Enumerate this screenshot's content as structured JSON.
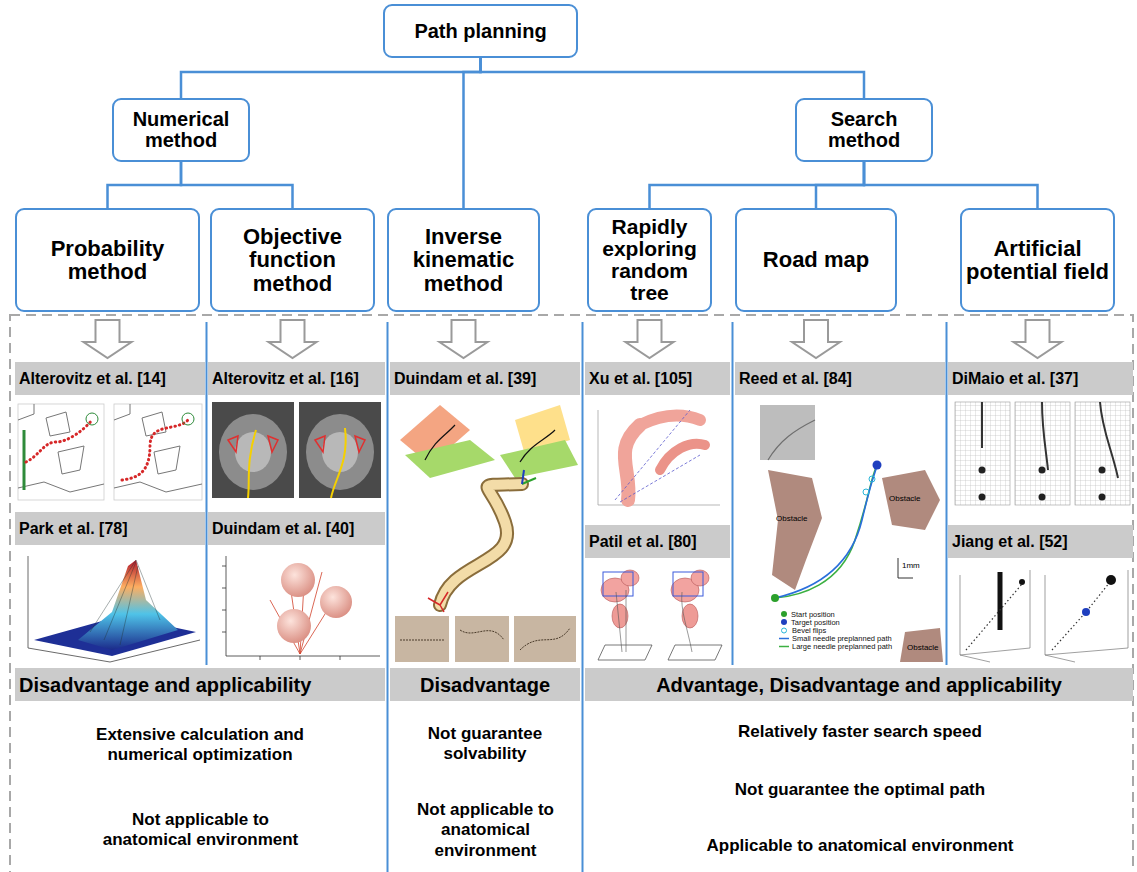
{
  "diagram": {
    "nodes": [
      {
        "text": [
          "Path planning"
        ]
      },
      {
        "text": [
          "Numerical method"
        ]
      },
      {
        "text": [
          "Search method"
        ]
      },
      {
        "text": [
          "Probability method"
        ]
      },
      {
        "text": [
          "Objective function method"
        ]
      },
      {
        "text": [
          "Inverse kinematic method"
        ]
      },
      {
        "text": [
          "Rapidly exploring random tree"
        ]
      },
      {
        "text": [
          "Road map"
        ]
      },
      {
        "text": [
          "Artificial potential field"
        ]
      },
      {
        "text": [
          "Alterovitz et al. [14]"
        ]
      },
      {
        "text": [
          "Alterovitz et al. [16]"
        ]
      },
      {
        "text": [
          "Duindam et al. [39]"
        ]
      },
      {
        "text": [
          "Xu et al. [105]"
        ]
      },
      {
        "text": [
          "Reed et al. [84]"
        ]
      },
      {
        "text": [
          "DiMaio et al. [37]"
        ]
      },
      {
        "text": [
          "Park et al. [78]"
        ]
      },
      {
        "text": [
          "Duindam et al. [40]"
        ]
      },
      {
        "text": [
          "Patil et al. [80]"
        ]
      },
      {
        "text": [
          "Jiang et al. [52]"
        ]
      },
      {
        "text": [
          "Disadvantage and applicability"
        ]
      },
      {
        "text": [
          "Disadvantage"
        ]
      },
      {
        "text": [
          "Advantage, Disadvantage and applicability"
        ]
      }
    ],
    "edges": [
      {
        "from": 0,
        "to": 1,
        "arrow": "none"
      },
      {
        "from": 0,
        "to": 5,
        "arrow": "none"
      },
      {
        "from": 0,
        "to": 2,
        "arrow": "none"
      },
      {
        "from": 1,
        "to": 3,
        "arrow": "none"
      },
      {
        "from": 1,
        "to": 4,
        "arrow": "none"
      },
      {
        "from": 2,
        "to": 6,
        "arrow": "none"
      },
      {
        "from": 2,
        "to": 7,
        "arrow": "none"
      },
      {
        "from": 2,
        "to": 8,
        "arrow": "none"
      },
      {
        "from": 3,
        "to": 9,
        "arrow": "to"
      },
      {
        "from": 4,
        "to": 10,
        "arrow": "to"
      },
      {
        "from": 5,
        "to": 11,
        "arrow": "to"
      },
      {
        "from": 6,
        "to": 12,
        "arrow": "to"
      },
      {
        "from": 7,
        "to": 13,
        "arrow": "to"
      },
      {
        "from": 8,
        "to": 14,
        "arrow": "to"
      }
    ],
    "labels": [
      "Obstacle",
      "Obstacle",
      "Obstacle",
      "1mm",
      "Extensive calculation and numerical optimization",
      "Not applicable to anatomical environment",
      "Not guarantee solvability",
      "Not applicable to anatomical environment",
      "Relatively faster search speed",
      "Not guarantee the optimal path",
      "Applicable to anatomical environment"
    ],
    "legend": [
      {
        "text": "Start position",
        "color": "#2ca02c"
      },
      {
        "text": "Target position",
        "color": "#1f3fbf"
      },
      {
        "text": "Bevel flips"
      },
      {
        "text": "Small needle preplanned path"
      },
      {
        "text": "Large needle preplanned path"
      }
    ]
  }
}
